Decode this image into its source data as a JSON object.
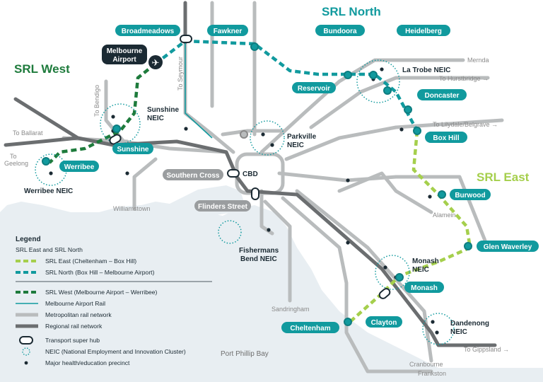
{
  "titles": {
    "north": "SRL North",
    "west": "SRL West",
    "east": "SRL East"
  },
  "stations": {
    "broadmeadows": "Broadmeadows",
    "fawkner": "Fawkner",
    "bundoora": "Bundoora",
    "heidelberg": "Heidelberg",
    "reservoir": "Reservoir",
    "doncaster": "Doncaster",
    "box_hill": "Box Hill",
    "burwood": "Burwood",
    "glen_waverley": "Glen Waverley",
    "monash": "Monash",
    "clayton": "Clayton",
    "cheltenham": "Cheltenham",
    "sunshine": "Sunshine",
    "werribee": "Werribee",
    "melbourne_airport_line1": "Melbourne",
    "melbourne_airport_line2": "Airport"
  },
  "neics": {
    "la_trobe": "La Trobe NEIC",
    "sunshine_line1": "Sunshine",
    "sunshine_line2": "NEIC",
    "parkville_line1": "Parkville",
    "parkville_line2": "NEIC",
    "werribee": "Werribee NEIC",
    "fishermans_line1": "Fishermans",
    "fishermans_line2": "Bend NEIC",
    "monash_line1": "Monash",
    "monash_line2": "NEIC",
    "dandenong_line1": "Dandenong",
    "dandenong_line2": "NEIC",
    "cbd": "CBD"
  },
  "grey_stations": {
    "southern_cross": "Southern Cross",
    "flinders_street": "Flinders Street"
  },
  "places": {
    "mernda": "Mernda",
    "to_hurstbridge": "To Hurstbridge →",
    "to_lilydale": "To Lilydale/Belgrave →",
    "alamein": "Alamein",
    "to_gippsland": "To Gippsland →",
    "cranbourne": "Cranbourne",
    "frankston": "Frankston",
    "sandringham": "Sandringham",
    "williamstown": "Williamstown",
    "to_ballarat": "To Ballarat",
    "to_geelong_line1": "To",
    "to_geelong_line2": "Geelong",
    "to_bendigo": "To Bendigo",
    "to_seymour": "To Seymour",
    "port_phillip_bay": "Port Phillip Bay"
  },
  "legend": {
    "title": "Legend",
    "section": "SRL East and SRL North",
    "items": [
      "SRL East (Cheltenham – Box Hill)",
      "SRL North (Box Hill – Melbourne Airport)",
      "SRL West (Melbourne Airport – Werribee)",
      "Melbourne Airport Rail",
      "Metropolitan rail network",
      "Regional rail network",
      "Transport super hub",
      "NEIC (National Employment and Innovation Cluster)",
      "Major health/education precinct"
    ]
  },
  "colors": {
    "teal": "#119a9e",
    "teal_dark": "#0e7d80",
    "east_green": "#a5cf4c",
    "west_green": "#1e7b3c",
    "metro_grey": "#b9bcbd",
    "regional_grey": "#6b6e70",
    "water": "#e8eef2",
    "navy": "#1b2a33"
  }
}
